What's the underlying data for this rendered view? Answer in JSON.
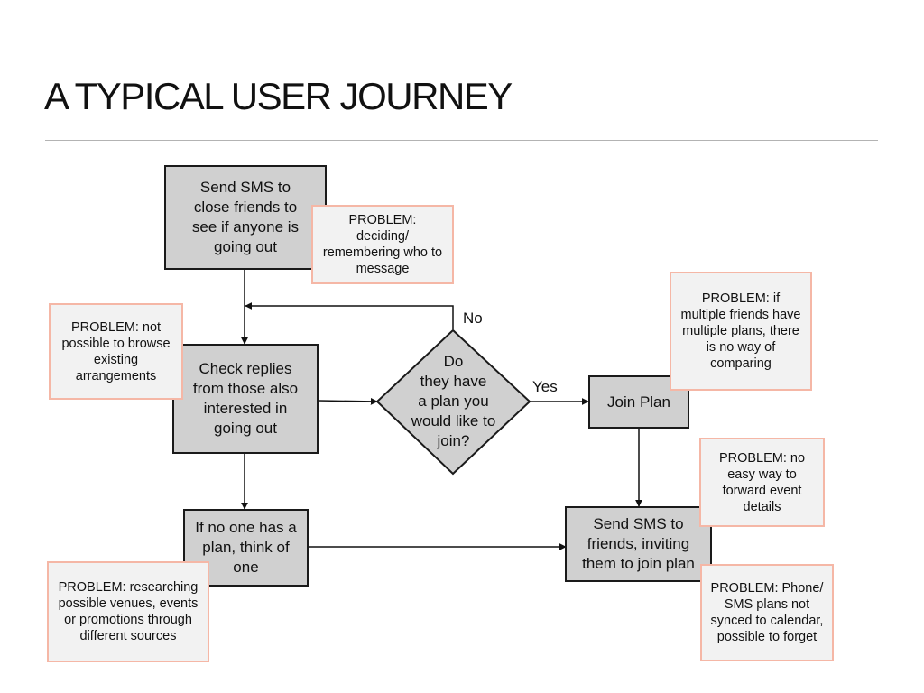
{
  "title": "A TYPICAL USER JOURNEY",
  "nodes": {
    "send_sms_close_friends": "Send SMS to\nclose friends to\nsee if anyone is\ngoing out",
    "check_replies": "Check replies\nfrom those also\ninterested in\ngoing out",
    "decision": "Do\nthey have\na plan you\nwould like to\njoin?",
    "join_plan": "Join Plan",
    "think_of_plan": "If no one has a\nplan, think of\none",
    "send_sms_invite": "Send SMS to\nfriends, inviting\nthem to join plan"
  },
  "edge_labels": {
    "no": "No",
    "yes": "Yes"
  },
  "problems": {
    "deciding": "PROBLEM:\ndeciding/\nremembering who to\nmessage",
    "browse": "PROBLEM: not\npossible to browse\nexisting\narrangements",
    "comparing": "PROBLEM: if\nmultiple friends have\nmultiple plans, there\nis no way of\ncomparing",
    "forward": "PROBLEM: no\neasy way to\nforward event\ndetails",
    "researching": "PROBLEM: researching\npossible venues, events\nor promotions through\ndifferent sources",
    "calendar": "PROBLEM: Phone/\nSMS plans not\nsynced to calendar,\npossible to forget"
  },
  "colors": {
    "process_fill": "#d0d0d0",
    "process_border": "#1a1a1a",
    "note_fill": "#f2f2f2",
    "note_border": "#f5b7a6",
    "rule": "#b3b3b3"
  }
}
